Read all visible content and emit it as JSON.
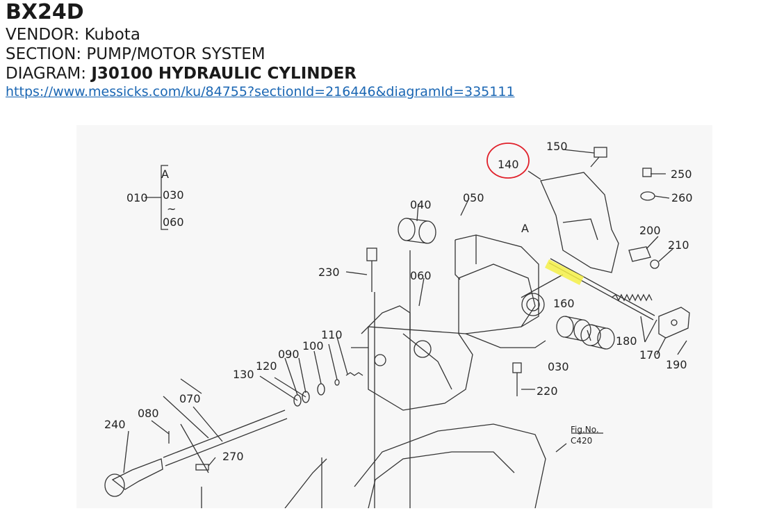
{
  "header": {
    "model": "BX24D",
    "vendor_label": "VENDOR:",
    "vendor": "Kubota",
    "section_label": "SECTION:",
    "section": "PUMP/MOTOR SYSTEM",
    "diagram_label": "DIAGRAM:",
    "diagram": "J30100 HYDRAULIC CYLINDER",
    "url": "https://www.messicks.com/ku/84755?sectionId=216446&diagramId=335111"
  },
  "diagram": {
    "parts": {
      "p010": "010",
      "p030a": "030",
      "p060a": "060",
      "pA1": "A",
      "tilde": "~",
      "p040": "040",
      "p050": "050",
      "p060": "060",
      "p070": "070",
      "p080": "080",
      "p090": "090",
      "p100": "100",
      "p110": "110",
      "p120": "120",
      "p130": "130",
      "p140": "140",
      "p150": "150",
      "p160": "160",
      "p170": "170",
      "p180": "180",
      "p190": "190",
      "p200": "200",
      "p210": "210",
      "p220": "220",
      "p230": "230",
      "p240": "240",
      "p250": "250",
      "p260": "260",
      "p270": "270",
      "p030b": "030",
      "pA2": "A"
    },
    "fig_label": "Fig.No.",
    "fig_no": "C420",
    "annotation_colors": {
      "circle": "#e0202a",
      "highlight": "#f4f047"
    }
  }
}
